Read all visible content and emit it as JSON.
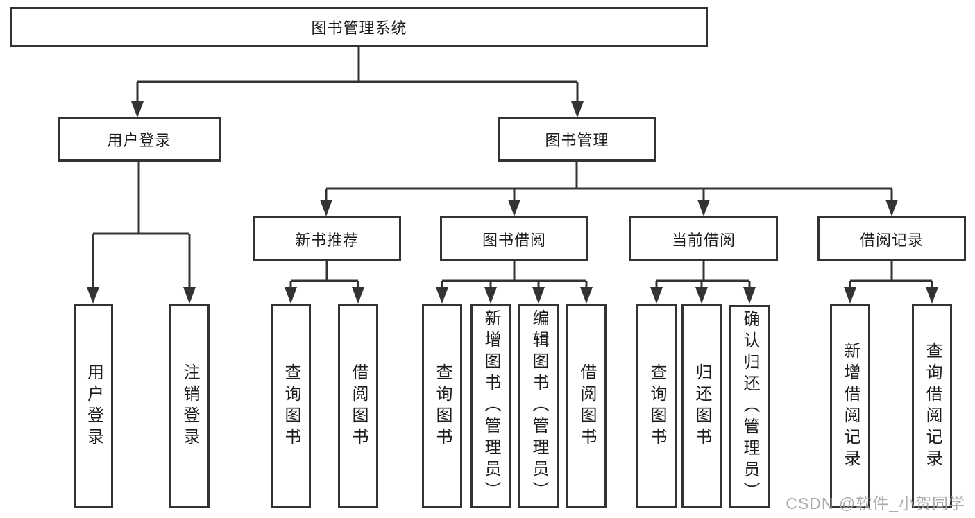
{
  "tree": {
    "label": "图书管理系统",
    "children": [
      {
        "label": "用户登录",
        "children": [
          {
            "label": "用户登录"
          },
          {
            "label": "注销登录"
          }
        ]
      },
      {
        "label": "图书管理",
        "children": [
          {
            "label": "新书推荐",
            "children": [
              {
                "label": "查询图书"
              },
              {
                "label": "借阅图书"
              }
            ]
          },
          {
            "label": "图书借阅",
            "children": [
              {
                "label": "查询图书"
              },
              {
                "label": "新增图书（管理员）"
              },
              {
                "label": "编辑图书（管理员）"
              },
              {
                "label": "借阅图书"
              }
            ]
          },
          {
            "label": "当前借阅",
            "children": [
              {
                "label": "查询图书"
              },
              {
                "label": "归还图书"
              },
              {
                "label": "确认归还（管理员）"
              }
            ]
          },
          {
            "label": "借阅记录",
            "children": [
              {
                "label": "新增借阅记录"
              },
              {
                "label": "查询借阅记录"
              }
            ]
          }
        ]
      }
    ]
  },
  "watermark": {
    "text": "CSDN @软件_小贺同学"
  },
  "colors": {
    "line": "#333333",
    "text": "#1c1c1c",
    "background": "#ffffff",
    "watermark": "#a2a2a2"
  }
}
